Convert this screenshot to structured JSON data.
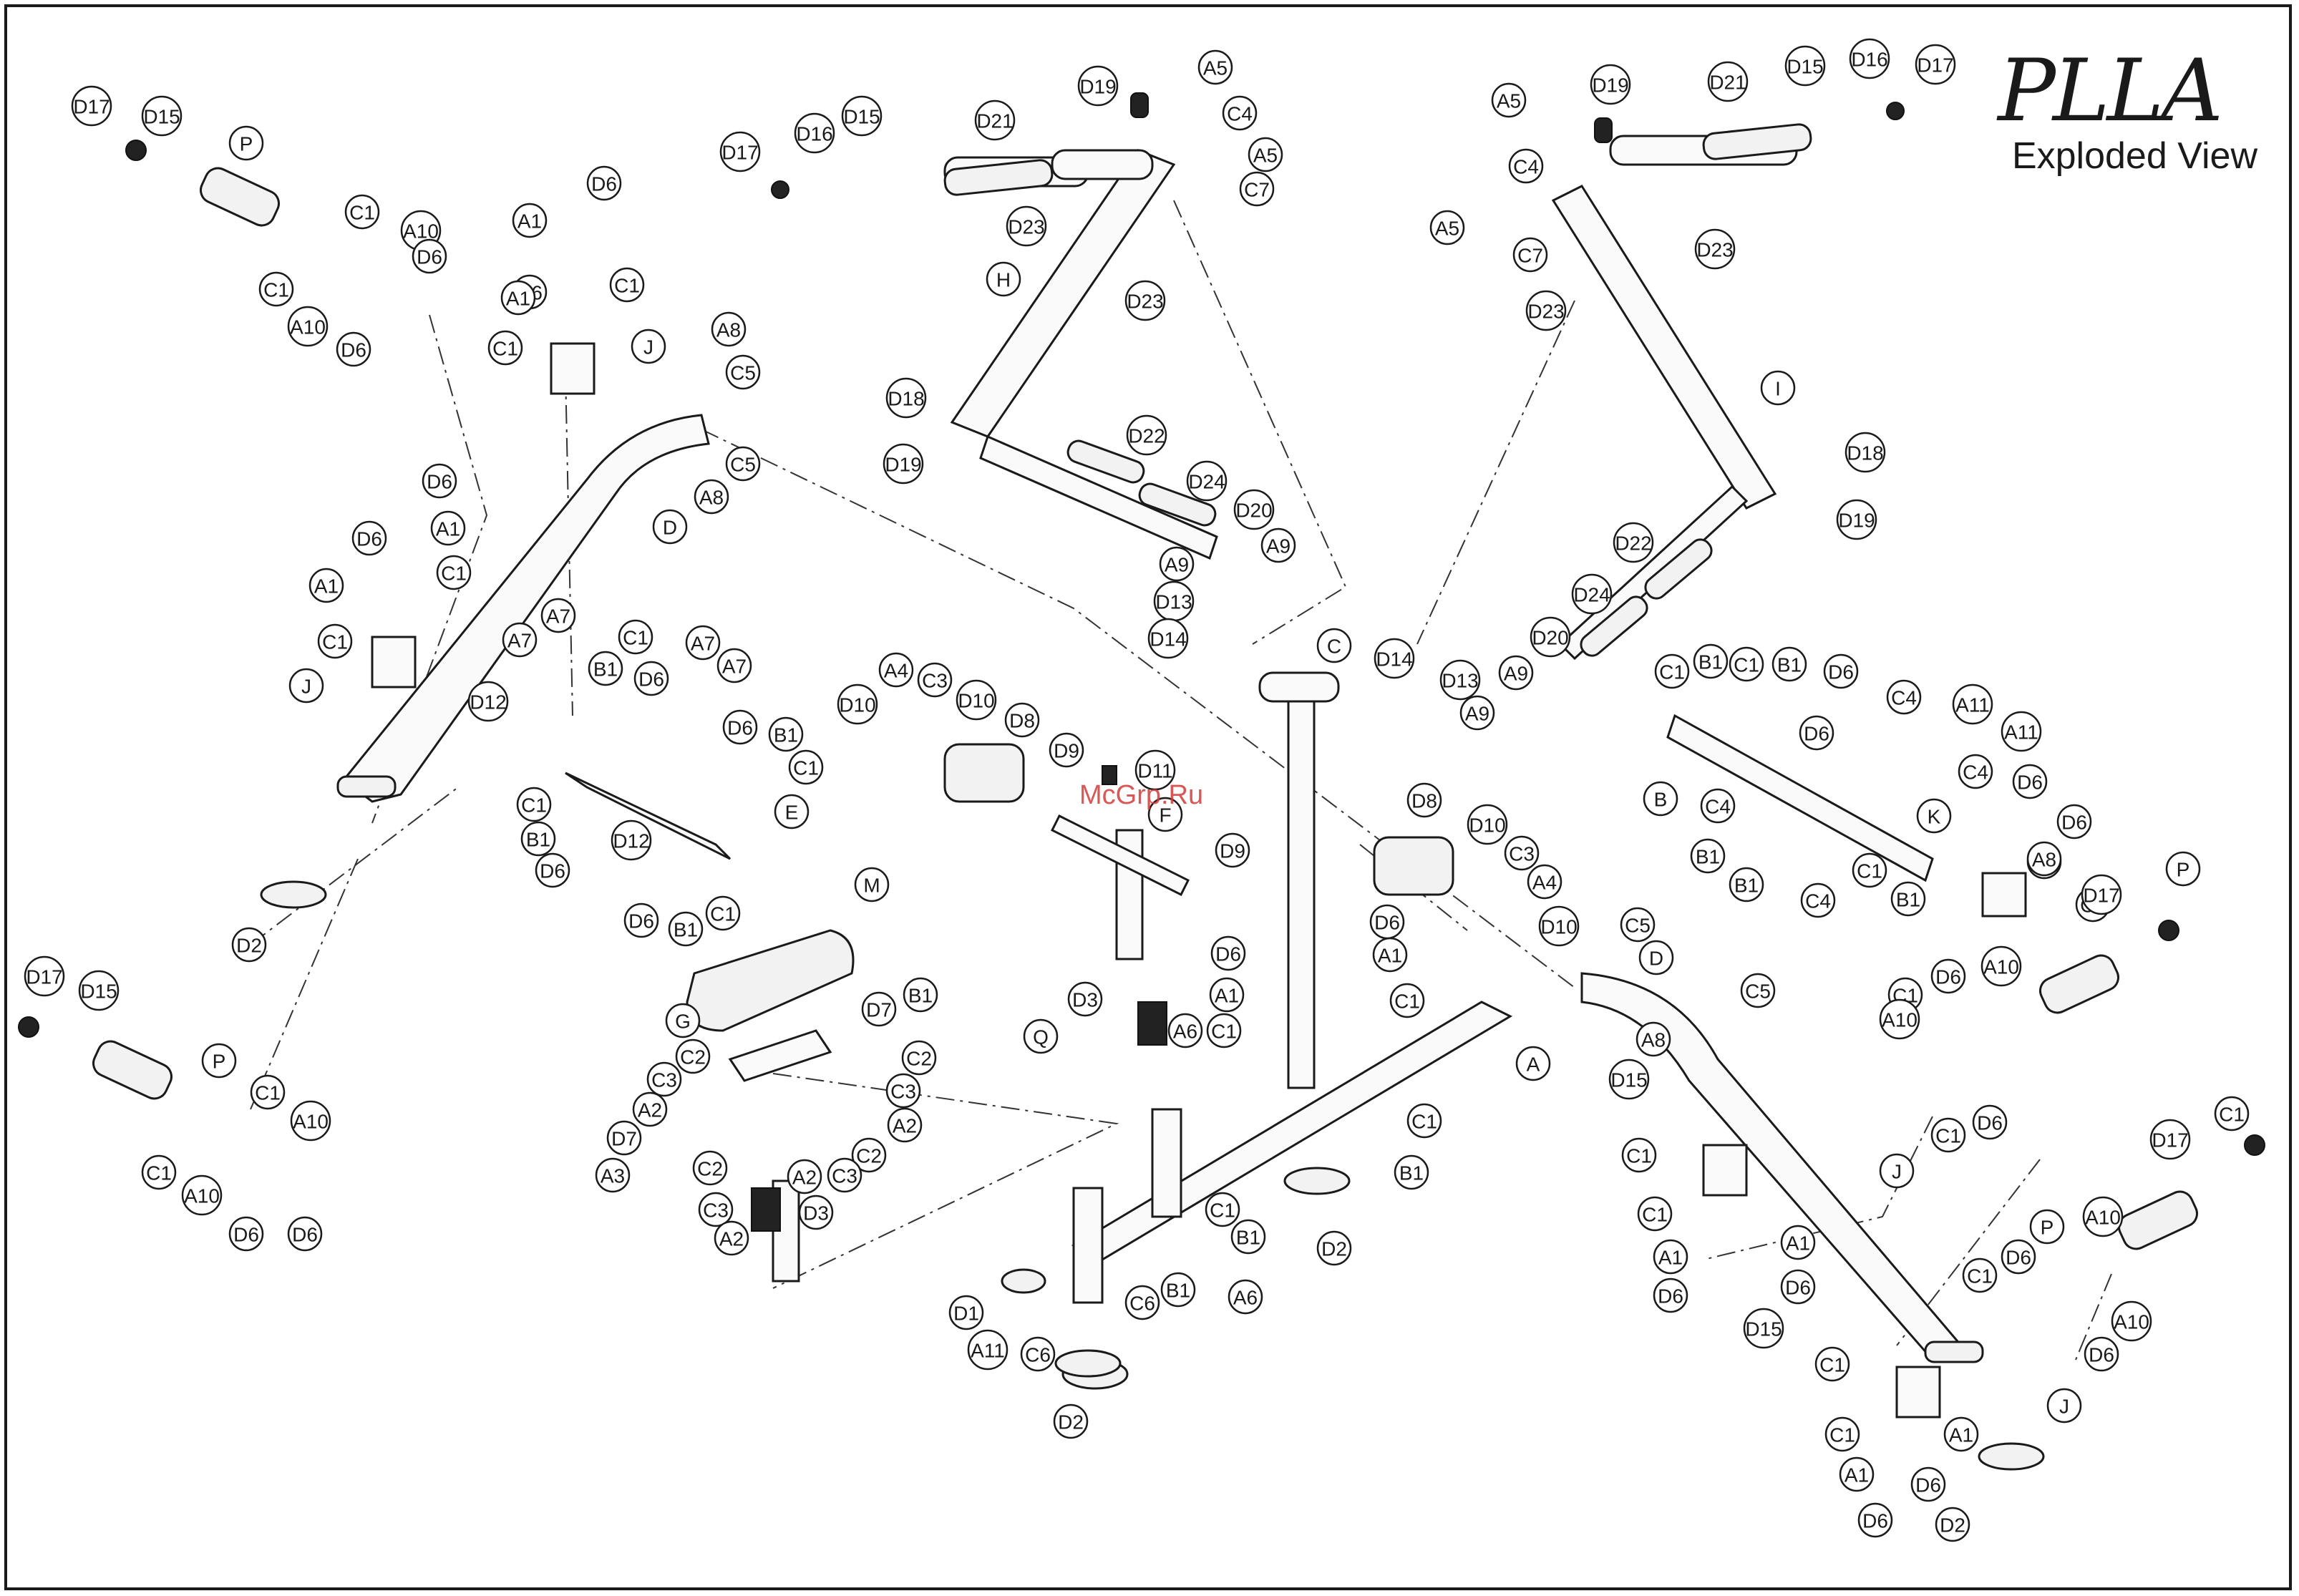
{
  "header": {
    "title": "PLLA",
    "subtitle": "Exploded View"
  },
  "watermark": "McGrp.Ru",
  "part_labels": [
    "D17",
    "D15",
    "P",
    "C1",
    "A10",
    "D6",
    "C1",
    "A10",
    "D6",
    "D6",
    "A1",
    "D6",
    "A1",
    "C1",
    "C1",
    "J",
    "A8",
    "C5",
    "C5",
    "A8",
    "D",
    "D6",
    "D6",
    "A1",
    "A1",
    "C1",
    "C1",
    "J",
    "A7",
    "A7",
    "C1",
    "A7",
    "A7",
    "B1",
    "D6",
    "D12",
    "D6",
    "B1",
    "C1",
    "D12",
    "E",
    "C1",
    "B1",
    "D6",
    "D6",
    "B1",
    "C1",
    "D2",
    "D17",
    "D15",
    "P",
    "C1",
    "A10",
    "C1",
    "A10",
    "D6",
    "D6",
    "D19",
    "A5",
    "C4",
    "A5",
    "C7",
    "D21",
    "D15",
    "D16",
    "D17",
    "D23",
    "D23",
    "H",
    "D18",
    "D19",
    "D22",
    "D24",
    "D20",
    "A9",
    "A9",
    "D13",
    "D14",
    "A5",
    "D19",
    "D21",
    "D15",
    "D16",
    "D17",
    "C4",
    "A5",
    "C7",
    "D23",
    "D23",
    "I",
    "D18",
    "D19",
    "D22",
    "D24",
    "D20",
    "A9",
    "C",
    "D14",
    "D13",
    "A9",
    "A4",
    "C3",
    "D10",
    "D10",
    "D8",
    "D9",
    "D11",
    "F",
    "D9",
    "D8",
    "D10",
    "C3",
    "A4",
    "D10",
    "M",
    "G",
    "C2",
    "C3",
    "A2",
    "D7",
    "A3",
    "D7",
    "B1",
    "C2",
    "C3",
    "A2",
    "C2",
    "C2",
    "C3",
    "A2",
    "C3",
    "A2",
    "D3",
    "D6",
    "A1",
    "C1",
    "D6",
    "A1",
    "C1",
    "D3",
    "A6",
    "Q",
    "A",
    "C1",
    "B1",
    "C1",
    "B1",
    "D2",
    "D1",
    "A11",
    "C6",
    "C6",
    "B1",
    "A6",
    "D2",
    "C1",
    "B1",
    "C1",
    "B1",
    "D6",
    "D6",
    "C4",
    "A11",
    "A11",
    "C4",
    "B",
    "D6",
    "K",
    "C4",
    "B1",
    "B1",
    "C4",
    "D6",
    "B1",
    "C1",
    "B1",
    "C1",
    "A8",
    "C5",
    "D",
    "C5",
    "A8",
    "D15",
    "D17",
    "P",
    "A10",
    "C1",
    "D6",
    "A10",
    "C1",
    "D6",
    "J",
    "C1",
    "C1",
    "A1",
    "A1",
    "D6",
    "D6",
    "D15",
    "D17",
    "C1",
    "P",
    "A10",
    "D6",
    "C1",
    "A10",
    "D6",
    "J",
    "C1",
    "C1",
    "A1",
    "A1",
    "D6",
    "D6",
    "D2"
  ]
}
